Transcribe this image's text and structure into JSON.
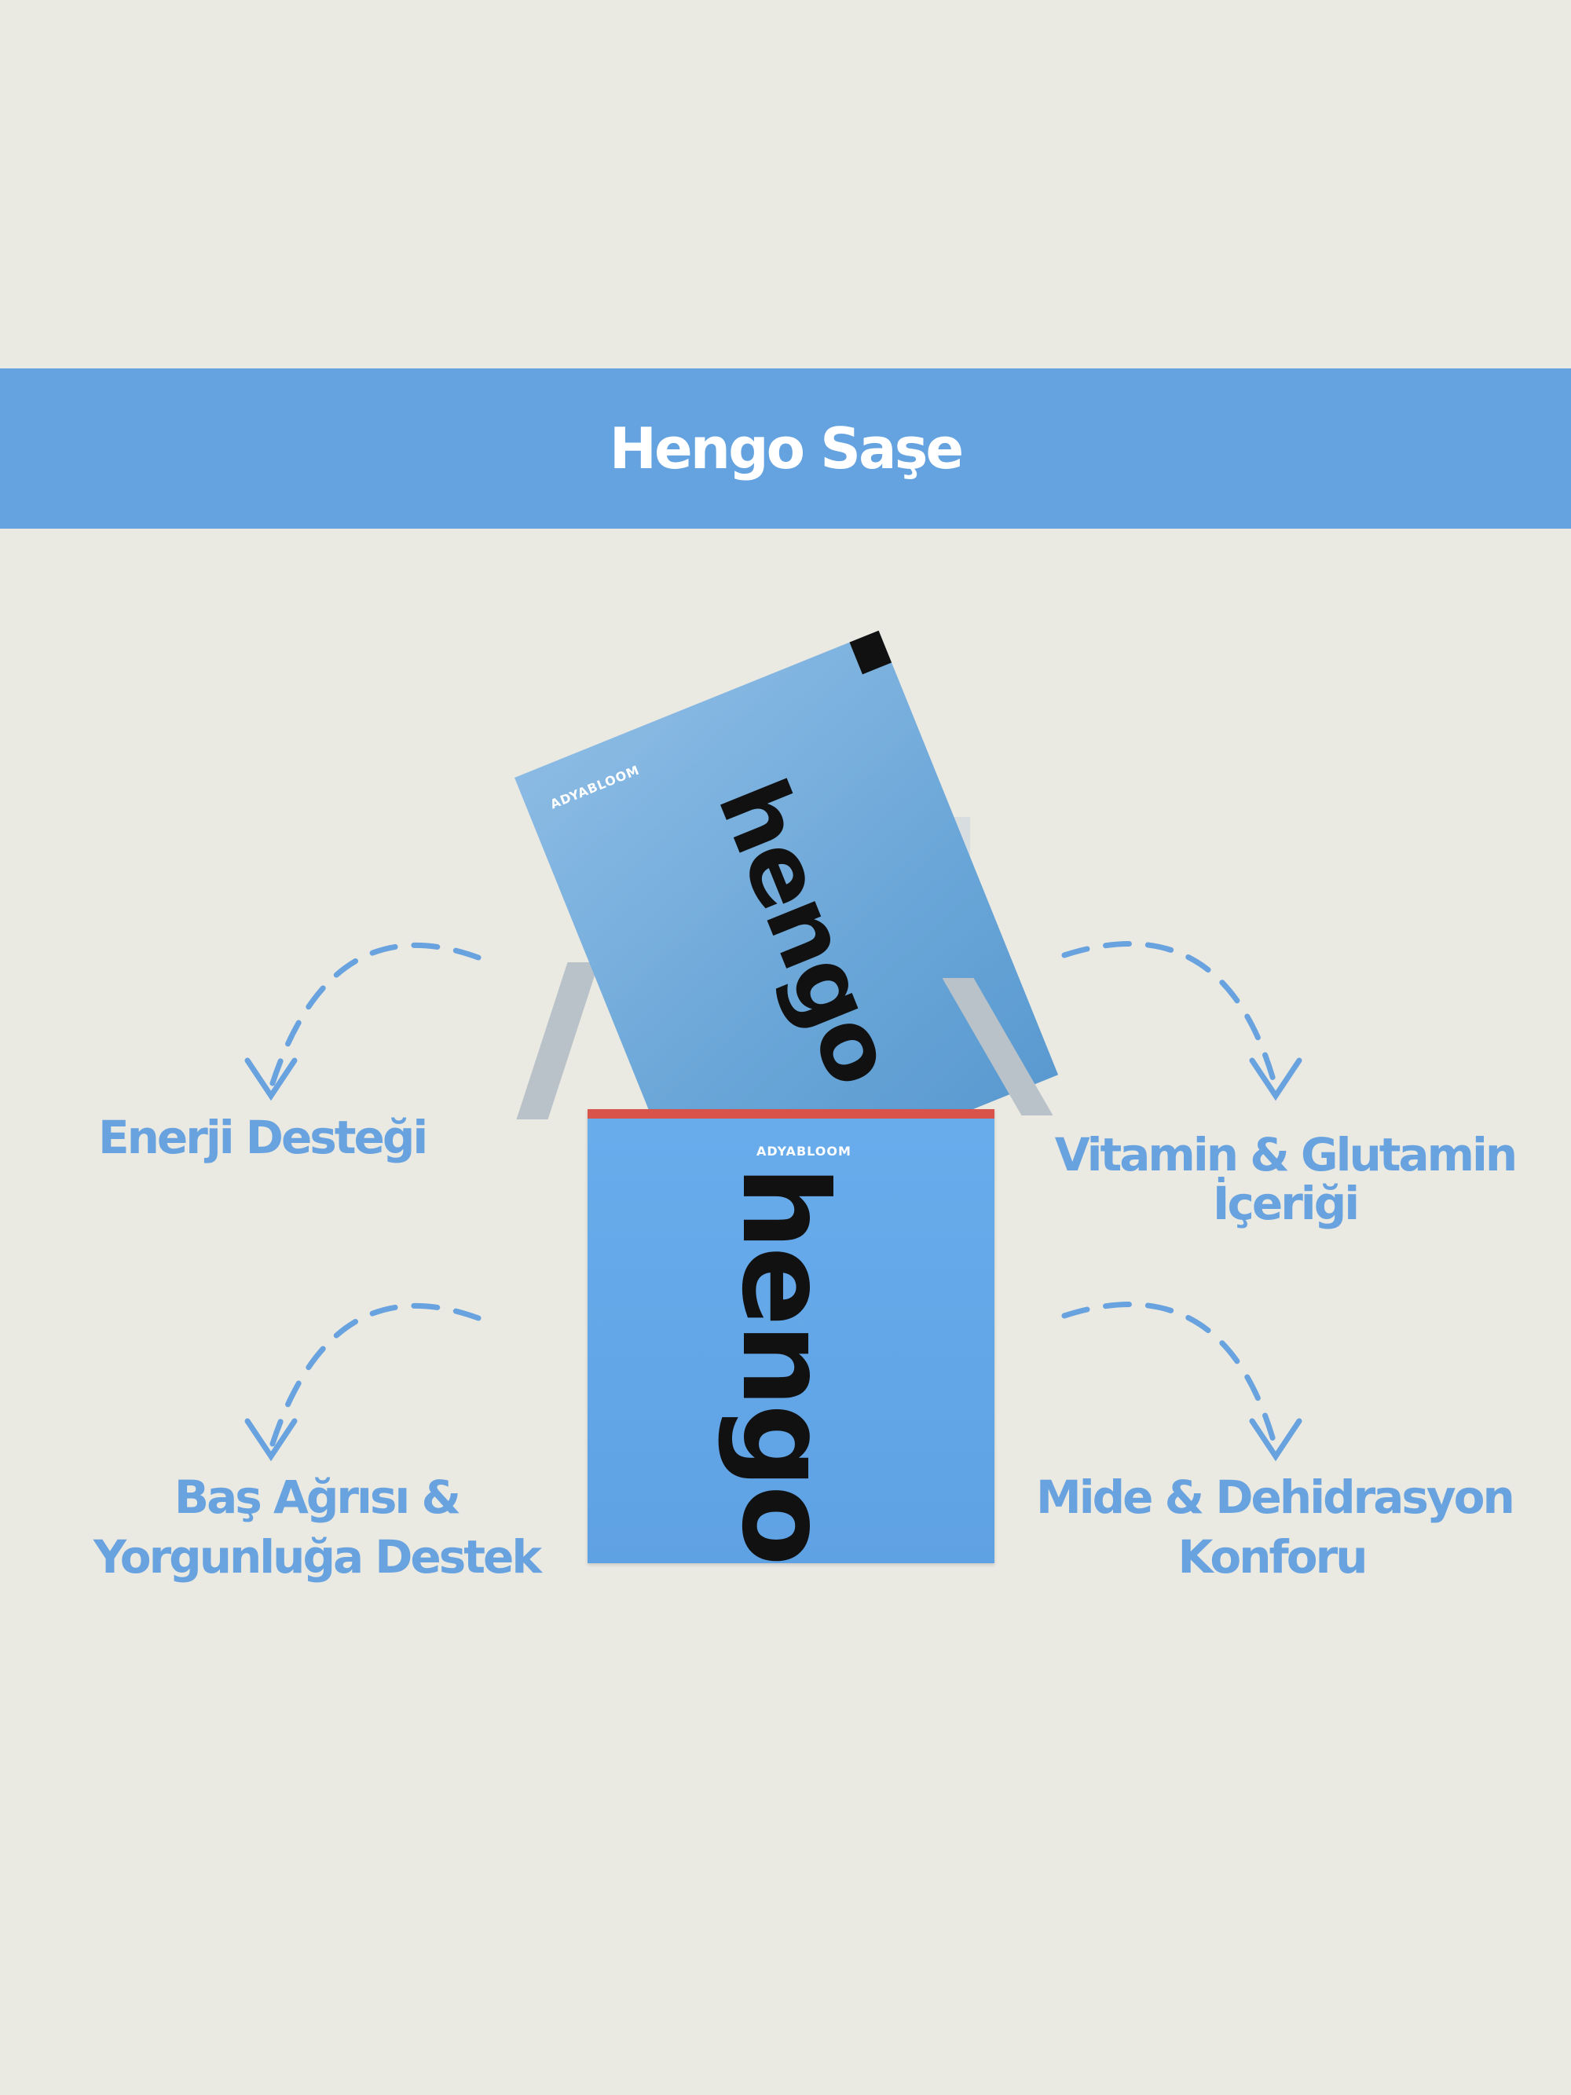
{
  "header": {
    "title": "Hengo Saşe"
  },
  "features": {
    "energy": "Enerji Desteği",
    "vitamin_line1": "Vitamin & Glutamin",
    "vitamin_line2": "İçeriği",
    "headache_line1": "Baş Ağrısı &",
    "headache_line2": "Yorgunluğa Destek",
    "stomach_line1": "Mide & Dehidrasyon",
    "stomach_line2": "Konforu"
  },
  "product": {
    "brand": "ADYABLOOM",
    "logo": "hengo"
  },
  "colors": {
    "accent": "#64a3e0",
    "text": "#68a2df",
    "background": "#eae9e2",
    "box_stripe": "#d9534a"
  }
}
